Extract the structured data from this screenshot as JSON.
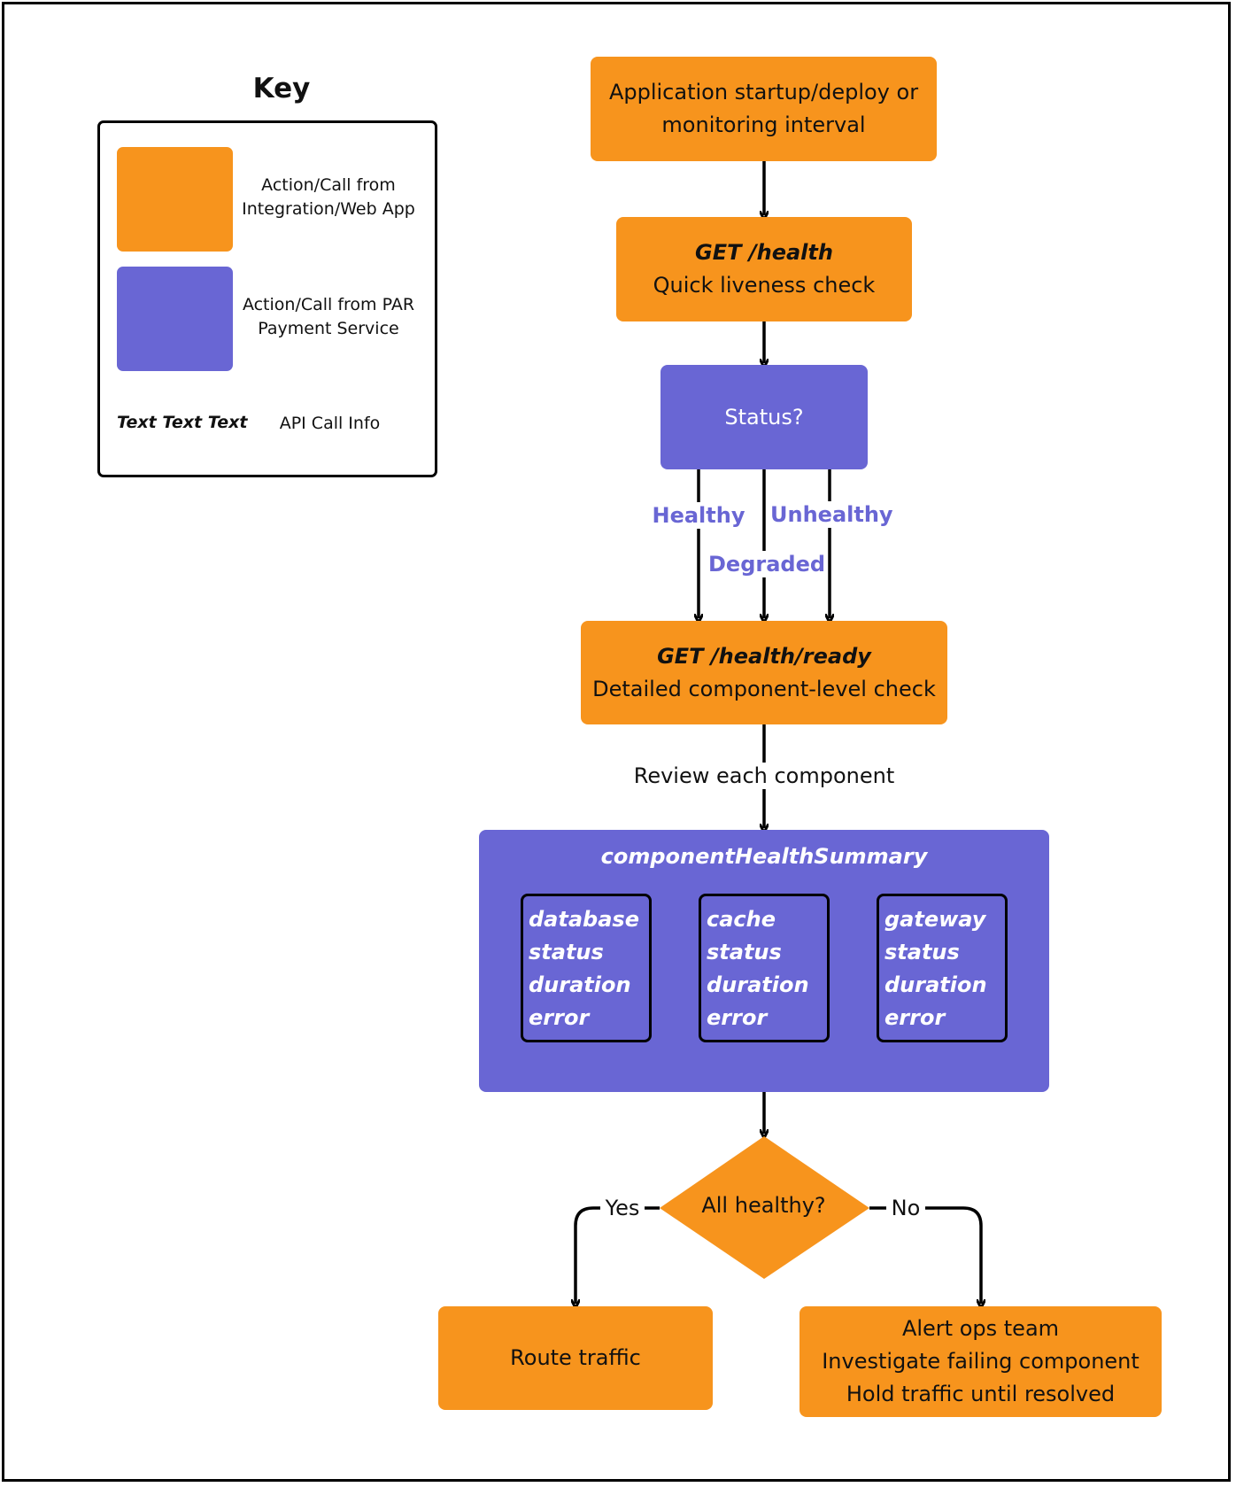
{
  "key": {
    "title": "Key",
    "orange_label": "Action/Call from Integration/Web App",
    "purple_label": "Action/Call from PAR Payment Service",
    "api_sample": "Text Text Text",
    "api_label": "API Call Info"
  },
  "colors": {
    "orange": "#f7941d",
    "purple": "#6966d4",
    "border": "#000000"
  },
  "flow": {
    "start": "Application startup/deploy or monitoring interval",
    "health_api": "GET /health",
    "health_desc": "Quick liveness check",
    "status": "Status?",
    "healthy": "Healthy",
    "degraded": "Degraded",
    "unhealthy": "Unhealthy",
    "ready_api": "GET /health/ready",
    "ready_desc": "Detailed component-level check",
    "review": "Review each component",
    "summary_title": "componentHealthSummary",
    "components": [
      {
        "name": "database",
        "fields": [
          "status",
          "duration",
          "error"
        ]
      },
      {
        "name": "cache",
        "fields": [
          "status",
          "duration",
          "error"
        ]
      },
      {
        "name": "gateway",
        "fields": [
          "status",
          "duration",
          "error"
        ]
      }
    ],
    "decision": "All healthy?",
    "yes": "Yes",
    "no": "No",
    "route": "Route traffic",
    "alert_lines": [
      "Alert ops team",
      "Investigate failing component",
      "Hold traffic until resolved"
    ]
  }
}
